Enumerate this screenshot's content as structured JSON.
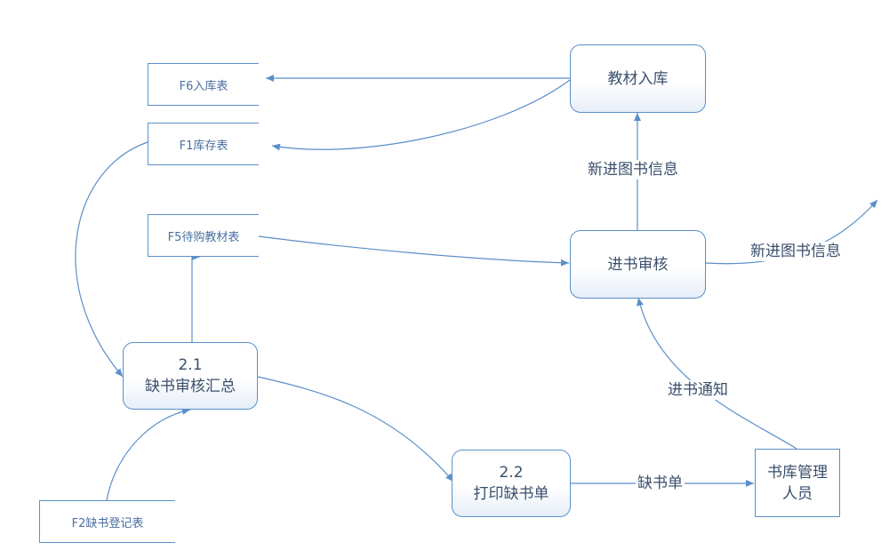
{
  "processes": {
    "textbook_intake": "教材入库",
    "new_book_review": "进书审核",
    "shortage_summary": {
      "number": "2.1",
      "name": "缺书审核汇总"
    },
    "print_shortage": {
      "number": "2.2",
      "name": "打印缺书单"
    }
  },
  "entities": {
    "library_manager": "书库管理人员"
  },
  "stores": {
    "f6": "F6入库表",
    "f1": "F1库存表",
    "f5": "F5待购教材表",
    "f2": "F2缺书登记表"
  },
  "flows": {
    "new_book_info_up": "新进图书信息",
    "new_book_info_out": "新进图书信息",
    "restock_notice": "进书通知",
    "shortage_list": "缺书单"
  },
  "colors": {
    "stroke": "#5b8fc9",
    "text": "#3a4f6b",
    "store_text": "#4a6fa0"
  }
}
